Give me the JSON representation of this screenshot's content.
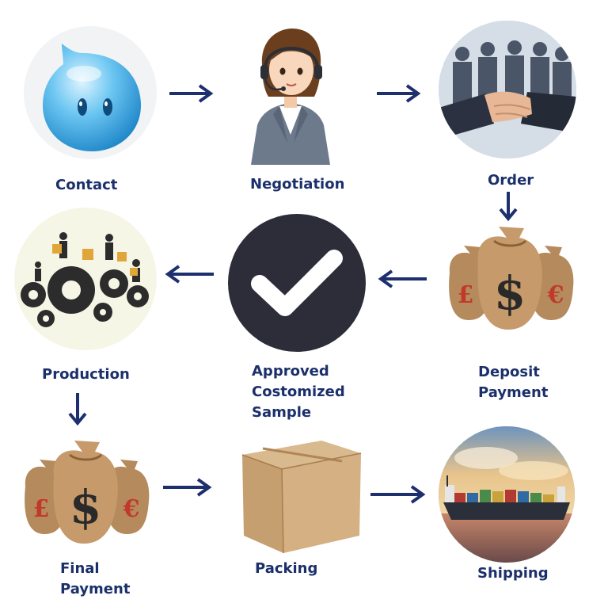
{
  "colors": {
    "label": "#1b2f6b",
    "arrow": "#1e2f6e",
    "check_circle": "#2d2d3a"
  },
  "steps": {
    "contact": {
      "label": "Contact",
      "icon": "messenger-bubble-icon"
    },
    "negotiation": {
      "label": "Negotiation",
      "icon": "support-agent-icon"
    },
    "order": {
      "label": "Order",
      "icon": "handshake-icon"
    },
    "deposit": {
      "line1": "Deposit",
      "line2": "Payment",
      "icon": "money-bags-icon"
    },
    "approved": {
      "line1": "Approved",
      "line2": "Costomized",
      "line3": "Sample",
      "icon": "checkmark-icon"
    },
    "production": {
      "label": "Production",
      "icon": "gears-workers-icon"
    },
    "final": {
      "line1": "Final",
      "line2": "Payment",
      "icon": "money-bags-icon"
    },
    "packing": {
      "label": "Packing",
      "icon": "cardboard-box-icon"
    },
    "shipping": {
      "label": "Shipping",
      "icon": "cargo-ship-icon"
    }
  },
  "money_bag_symbols": {
    "left": "£",
    "center": "$",
    "right": "€"
  }
}
